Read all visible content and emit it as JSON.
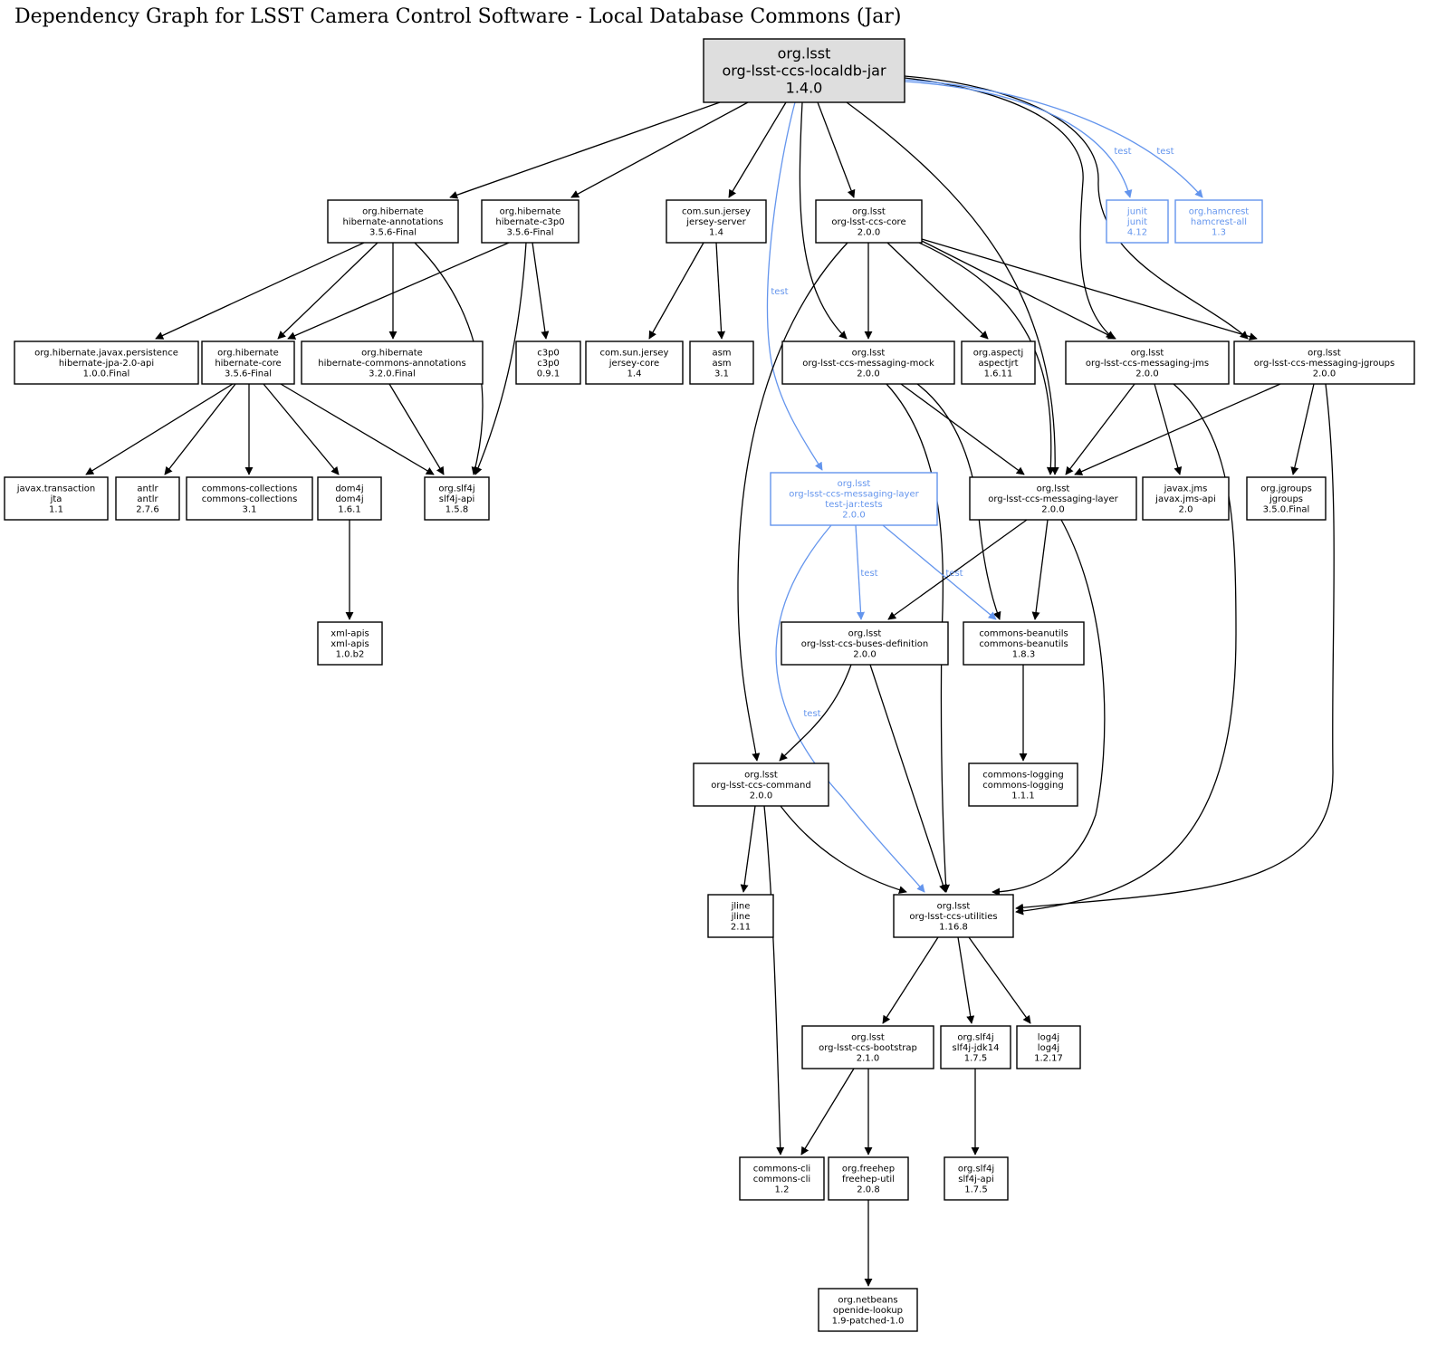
{
  "title": "Dependency Graph for LSST Camera Control Software - Local Database Commons (Jar)",
  "colors": {
    "compile": "#000000",
    "test": "#6495ed",
    "root_fill": "#dedede"
  },
  "nodes": [
    {
      "id": "root",
      "group": "org.lsst",
      "artifact": "org-lsst-ccs-localdb-jar",
      "version": "1.4.0",
      "kind": "root"
    },
    {
      "id": "hib-ann",
      "group": "org.hibernate",
      "artifact": "hibernate-annotations",
      "version": "3.5.6-Final",
      "kind": "compile"
    },
    {
      "id": "hib-c3p0",
      "group": "org.hibernate",
      "artifact": "hibernate-c3p0",
      "version": "3.5.6-Final",
      "kind": "compile"
    },
    {
      "id": "jersey-server",
      "group": "com.sun.jersey",
      "artifact": "jersey-server",
      "version": "1.4",
      "kind": "compile"
    },
    {
      "id": "ccs-core",
      "group": "org.lsst",
      "artifact": "org-lsst-ccs-core",
      "version": "2.0.0",
      "kind": "compile"
    },
    {
      "id": "junit",
      "group": "junit",
      "artifact": "junit",
      "version": "4.12",
      "kind": "test"
    },
    {
      "id": "hamcrest",
      "group": "org.hamcrest",
      "artifact": "hamcrest-all",
      "version": "1.3",
      "kind": "test"
    },
    {
      "id": "jpa-api",
      "group": "org.hibernate.javax.persistence",
      "artifact": "hibernate-jpa-2.0-api",
      "version": "1.0.0.Final",
      "kind": "compile"
    },
    {
      "id": "hib-core",
      "group": "org.hibernate",
      "artifact": "hibernate-core",
      "version": "3.5.6-Final",
      "kind": "compile"
    },
    {
      "id": "hib-common-ann",
      "group": "org.hibernate",
      "artifact": "hibernate-commons-annotations",
      "version": "3.2.0.Final",
      "kind": "compile"
    },
    {
      "id": "c3p0",
      "group": "c3p0",
      "artifact": "c3p0",
      "version": "0.9.1",
      "kind": "compile"
    },
    {
      "id": "jersey-core",
      "group": "com.sun.jersey",
      "artifact": "jersey-core",
      "version": "1.4",
      "kind": "compile"
    },
    {
      "id": "asm",
      "group": "asm",
      "artifact": "asm",
      "version": "3.1",
      "kind": "compile"
    },
    {
      "id": "msg-mock",
      "group": "org.lsst",
      "artifact": "org-lsst-ccs-messaging-mock",
      "version": "2.0.0",
      "kind": "compile"
    },
    {
      "id": "aspectj",
      "group": "org.aspectj",
      "artifact": "aspectjrt",
      "version": "1.6.11",
      "kind": "compile"
    },
    {
      "id": "msg-jms",
      "group": "org.lsst",
      "artifact": "org-lsst-ccs-messaging-jms",
      "version": "2.0.0",
      "kind": "compile"
    },
    {
      "id": "msg-jgroups",
      "group": "org.lsst",
      "artifact": "org-lsst-ccs-messaging-jgroups",
      "version": "2.0.0",
      "kind": "compile"
    },
    {
      "id": "jta",
      "group": "javax.transaction",
      "artifact": "jta",
      "version": "1.1",
      "kind": "compile"
    },
    {
      "id": "antlr",
      "group": "antlr",
      "artifact": "antlr",
      "version": "2.7.6",
      "kind": "compile"
    },
    {
      "id": "commons-coll",
      "group": "commons-collections",
      "artifact": "commons-collections",
      "version": "3.1",
      "kind": "compile"
    },
    {
      "id": "dom4j",
      "group": "dom4j",
      "artifact": "dom4j",
      "version": "1.6.1",
      "kind": "compile"
    },
    {
      "id": "slf4j-api-158",
      "group": "org.slf4j",
      "artifact": "slf4j-api",
      "version": "1.5.8",
      "kind": "compile"
    },
    {
      "id": "msg-layer-tests",
      "group": "org.lsst",
      "artifact": "org-lsst-ccs-messaging-layer",
      "classifier": "test-jar:tests",
      "version": "2.0.0",
      "kind": "test"
    },
    {
      "id": "msg-layer",
      "group": "org.lsst",
      "artifact": "org-lsst-ccs-messaging-layer",
      "version": "2.0.0",
      "kind": "compile"
    },
    {
      "id": "jms-api",
      "group": "javax.jms",
      "artifact": "javax.jms-api",
      "version": "2.0",
      "kind": "compile"
    },
    {
      "id": "jgroups",
      "group": "org.jgroups",
      "artifact": "jgroups",
      "version": "3.5.0.Final",
      "kind": "compile"
    },
    {
      "id": "xml-apis",
      "group": "xml-apis",
      "artifact": "xml-apis",
      "version": "1.0.b2",
      "kind": "compile"
    },
    {
      "id": "buses-def",
      "group": "org.lsst",
      "artifact": "org-lsst-ccs-buses-definition",
      "version": "2.0.0",
      "kind": "compile"
    },
    {
      "id": "beanutils",
      "group": "commons-beanutils",
      "artifact": "commons-beanutils",
      "version": "1.8.3",
      "kind": "compile"
    },
    {
      "id": "command",
      "group": "org.lsst",
      "artifact": "org-lsst-ccs-command",
      "version": "2.0.0",
      "kind": "compile"
    },
    {
      "id": "logging",
      "group": "commons-logging",
      "artifact": "commons-logging",
      "version": "1.1.1",
      "kind": "compile"
    },
    {
      "id": "jline",
      "group": "jline",
      "artifact": "jline",
      "version": "2.11",
      "kind": "compile"
    },
    {
      "id": "utilities",
      "group": "org.lsst",
      "artifact": "org-lsst-ccs-utilities",
      "version": "1.16.8",
      "kind": "compile"
    },
    {
      "id": "bootstrap",
      "group": "org.lsst",
      "artifact": "org-lsst-ccs-bootstrap",
      "version": "2.1.0",
      "kind": "compile"
    },
    {
      "id": "slf4j-jdk14",
      "group": "org.slf4j",
      "artifact": "slf4j-jdk14",
      "version": "1.7.5",
      "kind": "compile"
    },
    {
      "id": "log4j",
      "group": "log4j",
      "artifact": "log4j",
      "version": "1.2.17",
      "kind": "compile"
    },
    {
      "id": "commons-cli",
      "group": "commons-cli",
      "artifact": "commons-cli",
      "version": "1.2",
      "kind": "compile"
    },
    {
      "id": "freehep",
      "group": "org.freehep",
      "artifact": "freehep-util",
      "version": "2.0.8",
      "kind": "compile"
    },
    {
      "id": "slf4j-api-175",
      "group": "org.slf4j",
      "artifact": "slf4j-api",
      "version": "1.7.5",
      "kind": "compile"
    },
    {
      "id": "openide",
      "group": "org.netbeans",
      "artifact": "openide-lookup",
      "version": "1.9-patched-1.0",
      "kind": "compile"
    }
  ],
  "edges": [
    {
      "from": "root",
      "to": "hib-ann",
      "scope": "compile"
    },
    {
      "from": "root",
      "to": "hib-c3p0",
      "scope": "compile"
    },
    {
      "from": "root",
      "to": "jersey-server",
      "scope": "compile"
    },
    {
      "from": "root",
      "to": "msg-layer-tests",
      "scope": "test",
      "label": "test"
    },
    {
      "from": "root",
      "to": "msg-mock",
      "scope": "compile"
    },
    {
      "from": "root",
      "to": "ccs-core",
      "scope": "compile"
    },
    {
      "from": "root",
      "to": "msg-layer",
      "scope": "compile"
    },
    {
      "from": "root",
      "to": "msg-jms",
      "scope": "compile"
    },
    {
      "from": "root",
      "to": "msg-jgroups",
      "scope": "compile"
    },
    {
      "from": "root",
      "to": "junit",
      "scope": "test",
      "label": "test"
    },
    {
      "from": "root",
      "to": "hamcrest",
      "scope": "test",
      "label": "test"
    },
    {
      "from": "hib-ann",
      "to": "jpa-api",
      "scope": "compile"
    },
    {
      "from": "hib-ann",
      "to": "hib-core",
      "scope": "compile"
    },
    {
      "from": "hib-ann",
      "to": "hib-common-ann",
      "scope": "compile"
    },
    {
      "from": "hib-ann",
      "to": "slf4j-api-158",
      "scope": "compile"
    },
    {
      "from": "hib-c3p0",
      "to": "hib-core",
      "scope": "compile"
    },
    {
      "from": "hib-c3p0",
      "to": "slf4j-api-158",
      "scope": "compile"
    },
    {
      "from": "hib-c3p0",
      "to": "c3p0",
      "scope": "compile"
    },
    {
      "from": "jersey-server",
      "to": "jersey-core",
      "scope": "compile"
    },
    {
      "from": "jersey-server",
      "to": "asm",
      "scope": "compile"
    },
    {
      "from": "ccs-core",
      "to": "command",
      "scope": "compile"
    },
    {
      "from": "ccs-core",
      "to": "msg-mock",
      "scope": "compile"
    },
    {
      "from": "ccs-core",
      "to": "aspectj",
      "scope": "compile"
    },
    {
      "from": "ccs-core",
      "to": "msg-layer",
      "scope": "compile"
    },
    {
      "from": "ccs-core",
      "to": "msg-jms",
      "scope": "compile"
    },
    {
      "from": "ccs-core",
      "to": "msg-jgroups",
      "scope": "compile"
    },
    {
      "from": "hib-core",
      "to": "jta",
      "scope": "compile"
    },
    {
      "from": "hib-core",
      "to": "antlr",
      "scope": "compile"
    },
    {
      "from": "hib-core",
      "to": "commons-coll",
      "scope": "compile"
    },
    {
      "from": "hib-core",
      "to": "dom4j",
      "scope": "compile"
    },
    {
      "from": "hib-core",
      "to": "slf4j-api-158",
      "scope": "compile"
    },
    {
      "from": "hib-common-ann",
      "to": "slf4j-api-158",
      "scope": "compile"
    },
    {
      "from": "msg-mock",
      "to": "utilities",
      "scope": "compile"
    },
    {
      "from": "msg-mock",
      "to": "msg-layer",
      "scope": "compile"
    },
    {
      "from": "msg-mock",
      "to": "beanutils",
      "scope": "compile"
    },
    {
      "from": "msg-jms",
      "to": "msg-layer",
      "scope": "compile"
    },
    {
      "from": "msg-jms",
      "to": "jms-api",
      "scope": "compile"
    },
    {
      "from": "msg-jms",
      "to": "utilities",
      "scope": "compile"
    },
    {
      "from": "msg-jgroups",
      "to": "msg-layer",
      "scope": "compile"
    },
    {
      "from": "msg-jgroups",
      "to": "jgroups",
      "scope": "compile"
    },
    {
      "from": "msg-jgroups",
      "to": "utilities",
      "scope": "compile"
    },
    {
      "from": "dom4j",
      "to": "xml-apis",
      "scope": "compile"
    },
    {
      "from": "msg-layer-tests",
      "to": "buses-def",
      "scope": "test",
      "label": "test"
    },
    {
      "from": "msg-layer-tests",
      "to": "beanutils",
      "scope": "test",
      "label": "test"
    },
    {
      "from": "msg-layer-tests",
      "to": "utilities",
      "scope": "test",
      "label": "test"
    },
    {
      "from": "msg-layer",
      "to": "buses-def",
      "scope": "compile"
    },
    {
      "from": "msg-layer",
      "to": "beanutils",
      "scope": "compile"
    },
    {
      "from": "msg-layer",
      "to": "utilities",
      "scope": "compile"
    },
    {
      "from": "buses-def",
      "to": "command",
      "scope": "compile"
    },
    {
      "from": "buses-def",
      "to": "utilities",
      "scope": "compile"
    },
    {
      "from": "beanutils",
      "to": "logging",
      "scope": "compile"
    },
    {
      "from": "command",
      "to": "jline",
      "scope": "compile"
    },
    {
      "from": "command",
      "to": "utilities",
      "scope": "compile"
    },
    {
      "from": "command",
      "to": "commons-cli",
      "scope": "compile"
    },
    {
      "from": "utilities",
      "to": "bootstrap",
      "scope": "compile"
    },
    {
      "from": "utilities",
      "to": "slf4j-jdk14",
      "scope": "compile"
    },
    {
      "from": "utilities",
      "to": "log4j",
      "scope": "compile"
    },
    {
      "from": "bootstrap",
      "to": "commons-cli",
      "scope": "compile"
    },
    {
      "from": "bootstrap",
      "to": "freehep",
      "scope": "compile"
    },
    {
      "from": "slf4j-jdk14",
      "to": "slf4j-api-175",
      "scope": "compile"
    },
    {
      "from": "freehep",
      "to": "openide",
      "scope": "compile"
    }
  ]
}
